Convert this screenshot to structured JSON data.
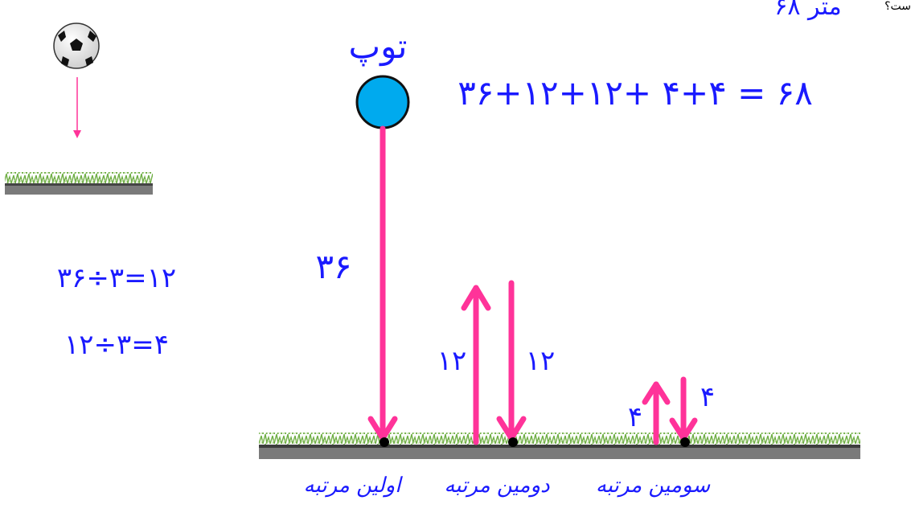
{
  "header_fragment": "ست؟",
  "ball_label": "توپ",
  "result_fragment": "۶۸ متر",
  "sum_equation": "۳۶+۱۲+۱۲+ ۴+۴ = ۶۸",
  "division_1": "۳۶÷۳=۱۲",
  "division_2": "۱۲÷۳=۴",
  "drop_height": "۳۶",
  "bounce_1_up": "۱۲",
  "bounce_1_down": "۱۲",
  "bounce_2_up": "۴",
  "bounce_2_down": "۴",
  "bounce_labels": [
    "اولین مرتبه",
    "دومین مرتبه",
    "سومین مرتبه"
  ],
  "colors": {
    "ink": "#1a1aff",
    "arrow": "#ff3399",
    "ball": "#00aaee",
    "grass": "#5a9a3a",
    "ground": "#666666"
  }
}
